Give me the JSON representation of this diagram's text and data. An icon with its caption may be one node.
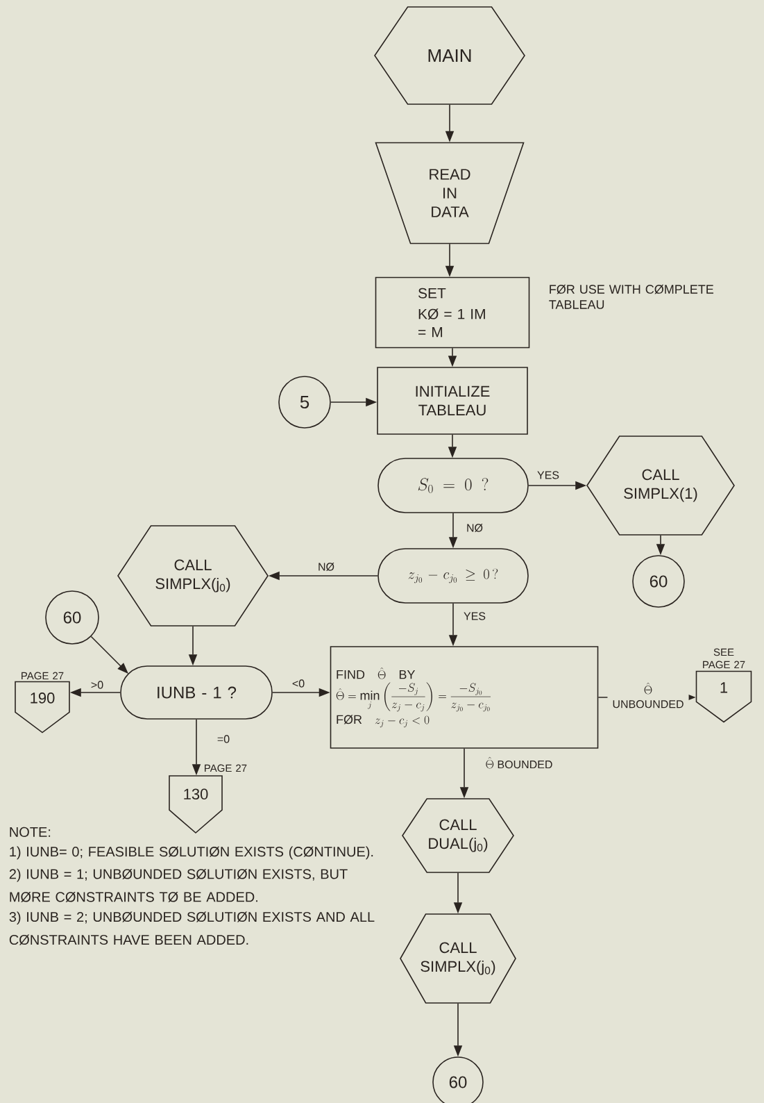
{
  "diagram": {
    "nodes": [
      {
        "text": [
          "MAIN"
        ]
      },
      {
        "text": [
          "READ IN DATA"
        ]
      },
      {
        "text": [
          "SET",
          "KØ = 1 IM = M"
        ],
        "beside": [
          "FØR USE WITH CØMPLETE TABLEAU"
        ]
      },
      {
        "text": [
          "INITIALIZE TABLEAU"
        ]
      },
      {
        "text": [
          "5"
        ]
      },
      {
        "text": [
          "S_0 = 0\\;?"
        ]
      },
      {
        "text": [
          "CALL SIMPLX(1)"
        ]
      },
      {
        "text": [
          "60"
        ]
      },
      {
        "text": [
          "z_{j_0} - c_{j_0} \\geq 0\\,?"
        ]
      },
      {
        "text": [
          "CALL SIMPLX(j$_{0}$)"
        ]
      },
      {
        "text": [
          "60"
        ]
      },
      {
        "text": [
          "IUNB - 1 ?"
        ]
      },
      {
        "text": [
          "190"
        ],
        "beside": [
          "PAGE 27"
        ]
      },
      {
        "text": [
          "130"
        ],
        "beside": [
          "PAGE 27"
        ]
      },
      {
        "text": [
          "\\mbox{FIND}\\quad \\hat{\\Theta}\\quad \\mbox{BY}",
          "\\hat{\\Theta} = \\min_{j}\\left(\\frac{-S_j}{z_j - c_j}\\right) = \\frac{-S_{j_0}}{z_{j_0} - c_{j_0}}",
          "\\mbox{FØR}\\quad z_j - c_j < 0"
        ]
      },
      {
        "text": [
          "1"
        ],
        "beside": [
          "SEE PAGE 27"
        ]
      },
      {
        "text": [
          "CALL DUAL(j$_{0}$)"
        ]
      },
      {
        "text": [
          "CALL SIMPLX(j$_{0}$)"
        ]
      },
      {
        "text": [
          "60"
        ]
      }
    ],
    "edges": [
      {
        "from": 0,
        "to": 1,
        "arrow": "to"
      },
      {
        "from": 1,
        "to": 2,
        "arrow": "to"
      },
      {
        "from": 2,
        "to": 3,
        "arrow": "to"
      },
      {
        "from": 4,
        "to": 3,
        "arrow": "to"
      },
      {
        "from": 3,
        "to": 5,
        "arrow": "to"
      },
      {
        "from": 5,
        "to": 6,
        "arrow": "to",
        "label": "YES"
      },
      {
        "from": 6,
        "to": 7,
        "arrow": "to"
      },
      {
        "from": 5,
        "to": 8,
        "arrow": "to",
        "label": "NØ"
      },
      {
        "from": 8,
        "to": 9,
        "arrow": "to",
        "label": "NØ"
      },
      {
        "from": 8,
        "to": 14,
        "arrow": "to",
        "label": "YES"
      },
      {
        "from": 9,
        "to": 11,
        "arrow": "to"
      },
      {
        "from": 10,
        "to": 11,
        "arrow": "to"
      },
      {
        "from": 11,
        "to": 12,
        "arrow": "to",
        "label": ">0"
      },
      {
        "from": 11,
        "to": 13,
        "arrow": "to",
        "label": "=0"
      },
      {
        "from": 11,
        "to": 14,
        "arrow": "to",
        "label": "<0"
      },
      {
        "from": 14,
        "to": 15,
        "arrow": "to",
        "label": "\\begin{array}{c}\\hat{\\Theta}\\\\ \\mbox{UNBOUNDED}\\end{array}"
      },
      {
        "from": 14,
        "to": 16,
        "arrow": "to",
        "label": "\\hat{\\Theta}\\ \\mbox{BOUNDED}"
      },
      {
        "from": 16,
        "to": 17,
        "arrow": "to"
      },
      {
        "from": 17,
        "to": 18,
        "arrow": "to"
      }
    ],
    "labels": [
      "NOTE:",
      "1) IUNB= 0; FEASIBLE SØLUTIØN EXISTS (CØNTINUE).",
      "2) IUNB = 1; UNBØUNDED SØLUTIØN EXISTS, BUT MØRE CØNSTRAINTS TØ BE ADDED.",
      "3) IUNB = 2; UNBØUNDED SØLUTIØN EXISTS AND ALL CØNSTRAINTS HAVE BEEN ADDED."
    ]
  }
}
